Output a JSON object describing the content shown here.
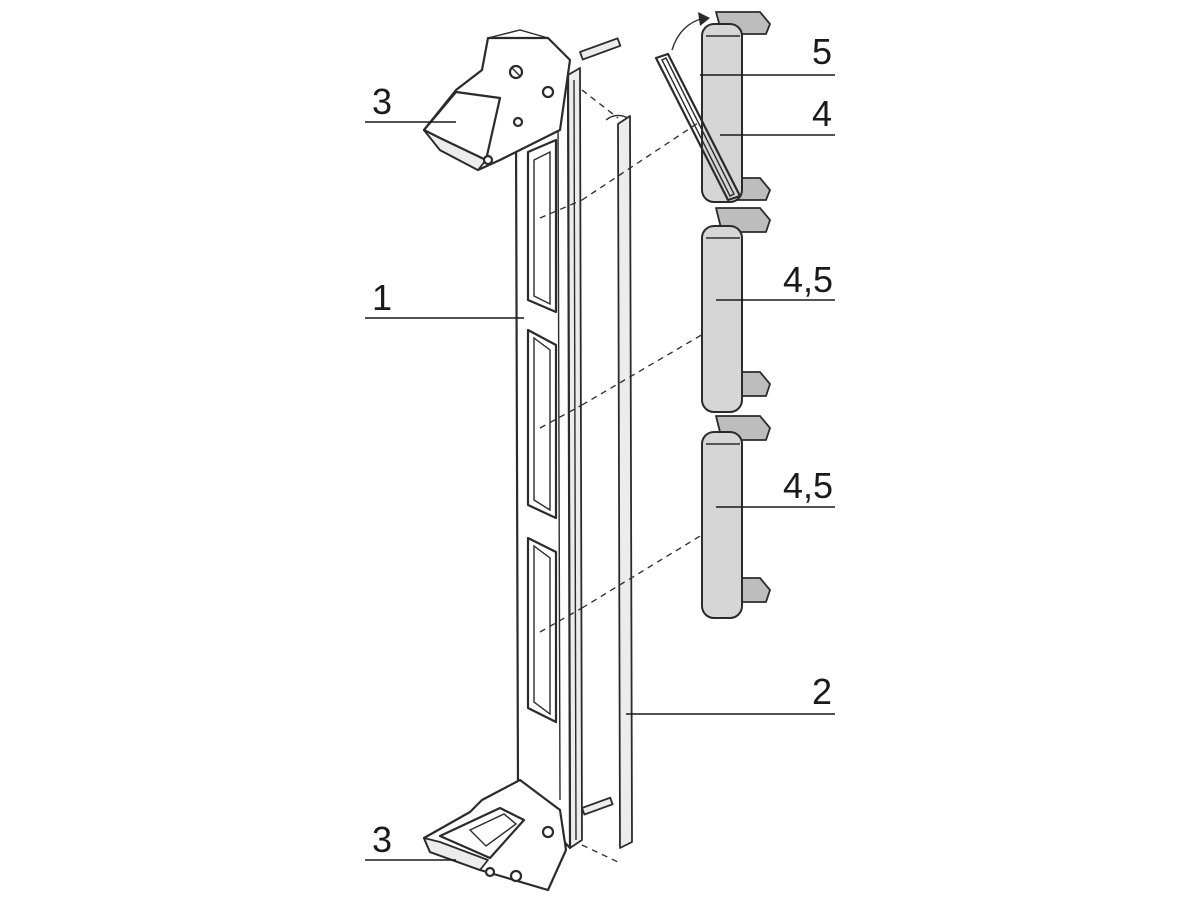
{
  "diagram": {
    "callouts": [
      {
        "id": "c3a",
        "text": "3"
      },
      {
        "id": "c1",
        "text": "1"
      },
      {
        "id": "c3b",
        "text": "3"
      },
      {
        "id": "c5",
        "text": "5"
      },
      {
        "id": "c4",
        "text": "4"
      },
      {
        "id": "c45a",
        "text": "4,5"
      },
      {
        "id": "c45b",
        "text": "4,5"
      },
      {
        "id": "c2",
        "text": "2"
      }
    ]
  }
}
